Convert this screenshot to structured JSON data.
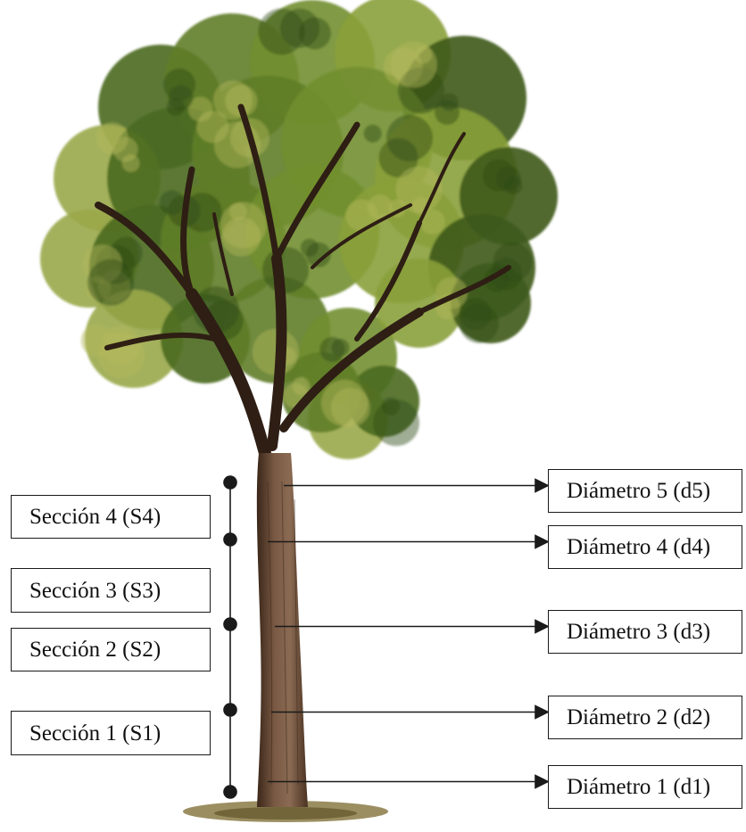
{
  "sections": [
    {
      "label": "Sección 4 (S4)"
    },
    {
      "label": "Sección 3 (S3)"
    },
    {
      "label": "Sección 2 (S2)"
    },
    {
      "label": "Sección 1 (S1)"
    }
  ],
  "diameters": [
    {
      "label": "Diámetro 5 (d5)"
    },
    {
      "label": "Diámetro 4 (d4)"
    },
    {
      "label": "Diámetro 3 (d3)"
    },
    {
      "label": "Diámetro 2 (d2)"
    },
    {
      "label": "Diámetro 1 (d1)"
    }
  ],
  "colors": {
    "line": "#1a1a1a",
    "foliage_dark": "#3e5a1e",
    "foliage_mid": "#6f8c2e",
    "foliage_light": "#a9b24a",
    "trunk": "#6b4a36",
    "trunk_dark": "#3a2619",
    "ground": "#7d6b3a"
  }
}
